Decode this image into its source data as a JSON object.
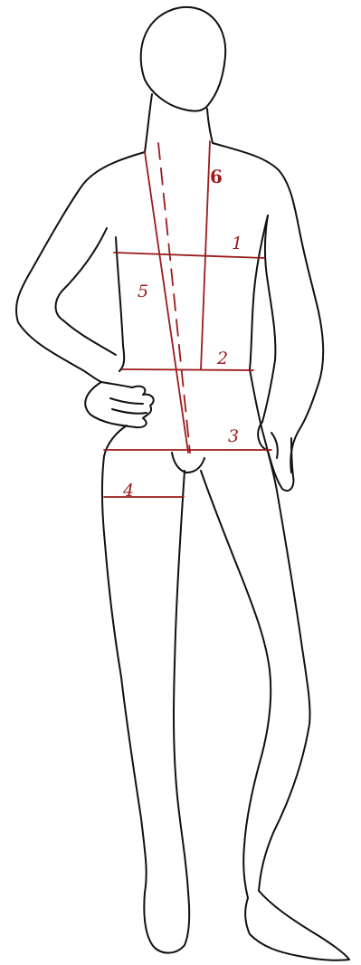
{
  "colors": {
    "outline": "#111111",
    "measure": "#9b1b1b"
  },
  "measurements": [
    {
      "id": "1",
      "label": "1"
    },
    {
      "id": "2",
      "label": "2"
    },
    {
      "id": "3",
      "label": "3"
    },
    {
      "id": "4",
      "label": "4"
    },
    {
      "id": "5",
      "label": "5"
    },
    {
      "id": "6",
      "label": "6"
    }
  ]
}
